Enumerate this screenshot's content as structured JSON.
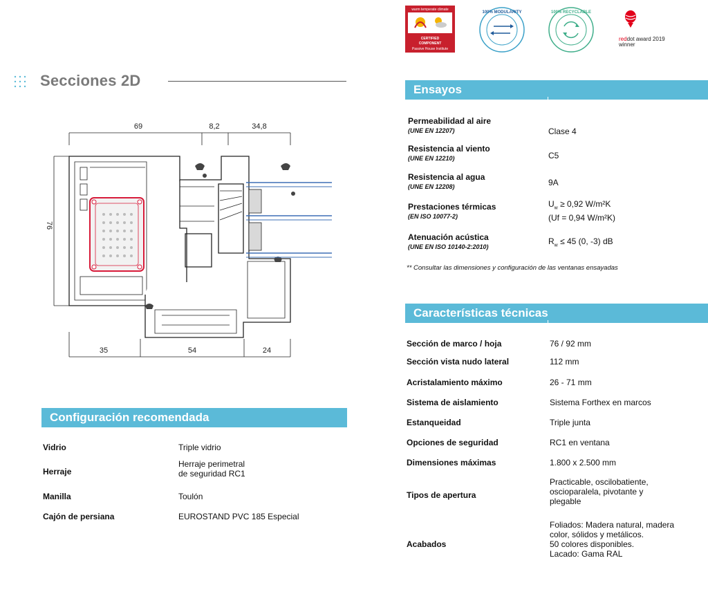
{
  "logos": {
    "cert_line1": "warm temperate climate",
    "cert_line2": "CERTIFIED",
    "cert_line3": "COMPONENT",
    "cert_line4": "Passive House Institute",
    "modularity_text": "100% MODULARITY",
    "recyclable_text": "100% RECYCLABLE",
    "reddot_line1_red": "red",
    "reddot_line1_dot": "dot",
    "reddot_line1_rest": " award 2019",
    "reddot_line2": "winner"
  },
  "section": {
    "title": "Secciones 2D"
  },
  "drawing": {
    "dim_top_1": "69",
    "dim_top_2": "8,2",
    "dim_top_3": "34,8",
    "dim_left": "76",
    "dim_bottom_1": "35",
    "dim_bottom_2": "54",
    "dim_bottom_3": "24"
  },
  "configuracion": {
    "heading": "Configuración recomendada",
    "rows": [
      {
        "label": "Vidrio",
        "value": "Triple vidrio"
      },
      {
        "label": "Herraje",
        "value_line1": "Herraje perimetral",
        "value_line2": "de seguridad RC1"
      },
      {
        "label": "Manilla",
        "value": "Toulón"
      },
      {
        "label": "Cajón de persiana",
        "value": "EUROSTAND PVC 185 Especial"
      }
    ]
  },
  "ensayos": {
    "heading": "Ensayos",
    "rows": [
      {
        "label": "Permeabilidad al aire",
        "norm": "(UNE EN 12207)",
        "value": "Clase 4"
      },
      {
        "label": "Resistencia al viento",
        "norm": "(UNE EN 12210)",
        "value": "C5"
      },
      {
        "label": "Resistencia al agua",
        "norm": "(UNE EN 12208)",
        "value": "9A"
      },
      {
        "label": "Prestaciones térmicas",
        "norm": "(EN ISO 10077-2)",
        "value_line1_pre": "U",
        "value_line1_sub": "w",
        "value_line1_post": " ≥ 0,92 W/m²K",
        "value_line2": "(Uf = 0,94 W/m²K)"
      },
      {
        "label": "Atenuación acústica",
        "norm": "(UNE EN ISO 10140-2:2010)",
        "value_pre": "R",
        "value_sub": "w",
        "value_post": " ≤ 45 (0, -3) dB"
      }
    ],
    "note": "** Consultar las dimensiones y configuración de las ventanas ensayadas"
  },
  "caracteristicas": {
    "heading": "Características técnicas",
    "rows": [
      {
        "label": "Sección de marco / hoja",
        "value": "76 / 92 mm"
      },
      {
        "label": "Sección vista nudo lateral",
        "value": "112 mm"
      },
      {
        "label": "Acristalamiento máximo",
        "value": "26 - 71 mm"
      },
      {
        "label": "Sistema de aislamiento",
        "value": "Sistema Forthex en marcos"
      },
      {
        "label": "Estanqueidad",
        "value": "Triple junta"
      },
      {
        "label": "Opciones de seguridad",
        "value": "RC1 en ventana"
      },
      {
        "label": "Dimensiones máximas",
        "value": "1.800 x 2.500 mm"
      },
      {
        "label": "Tipos de apertura",
        "value_line1": "Practicable, oscilobatiente,",
        "value_line2": "oscioparalela, pivotante y",
        "value_line3": "plegable"
      },
      {
        "label": "Acabados",
        "value_line1": "Foliados: Madera natural, madera",
        "value_line2": "color, sólidos y metálicos.",
        "value_line3": "50 colores disponibles.",
        "value_line4": "Lacado: Gama RAL"
      }
    ]
  },
  "colors": {
    "accent": "#5bbad8",
    "cert_red": "#c8202d",
    "profile_red": "#d81b3a",
    "glass_blue": "#3d6fb6"
  }
}
